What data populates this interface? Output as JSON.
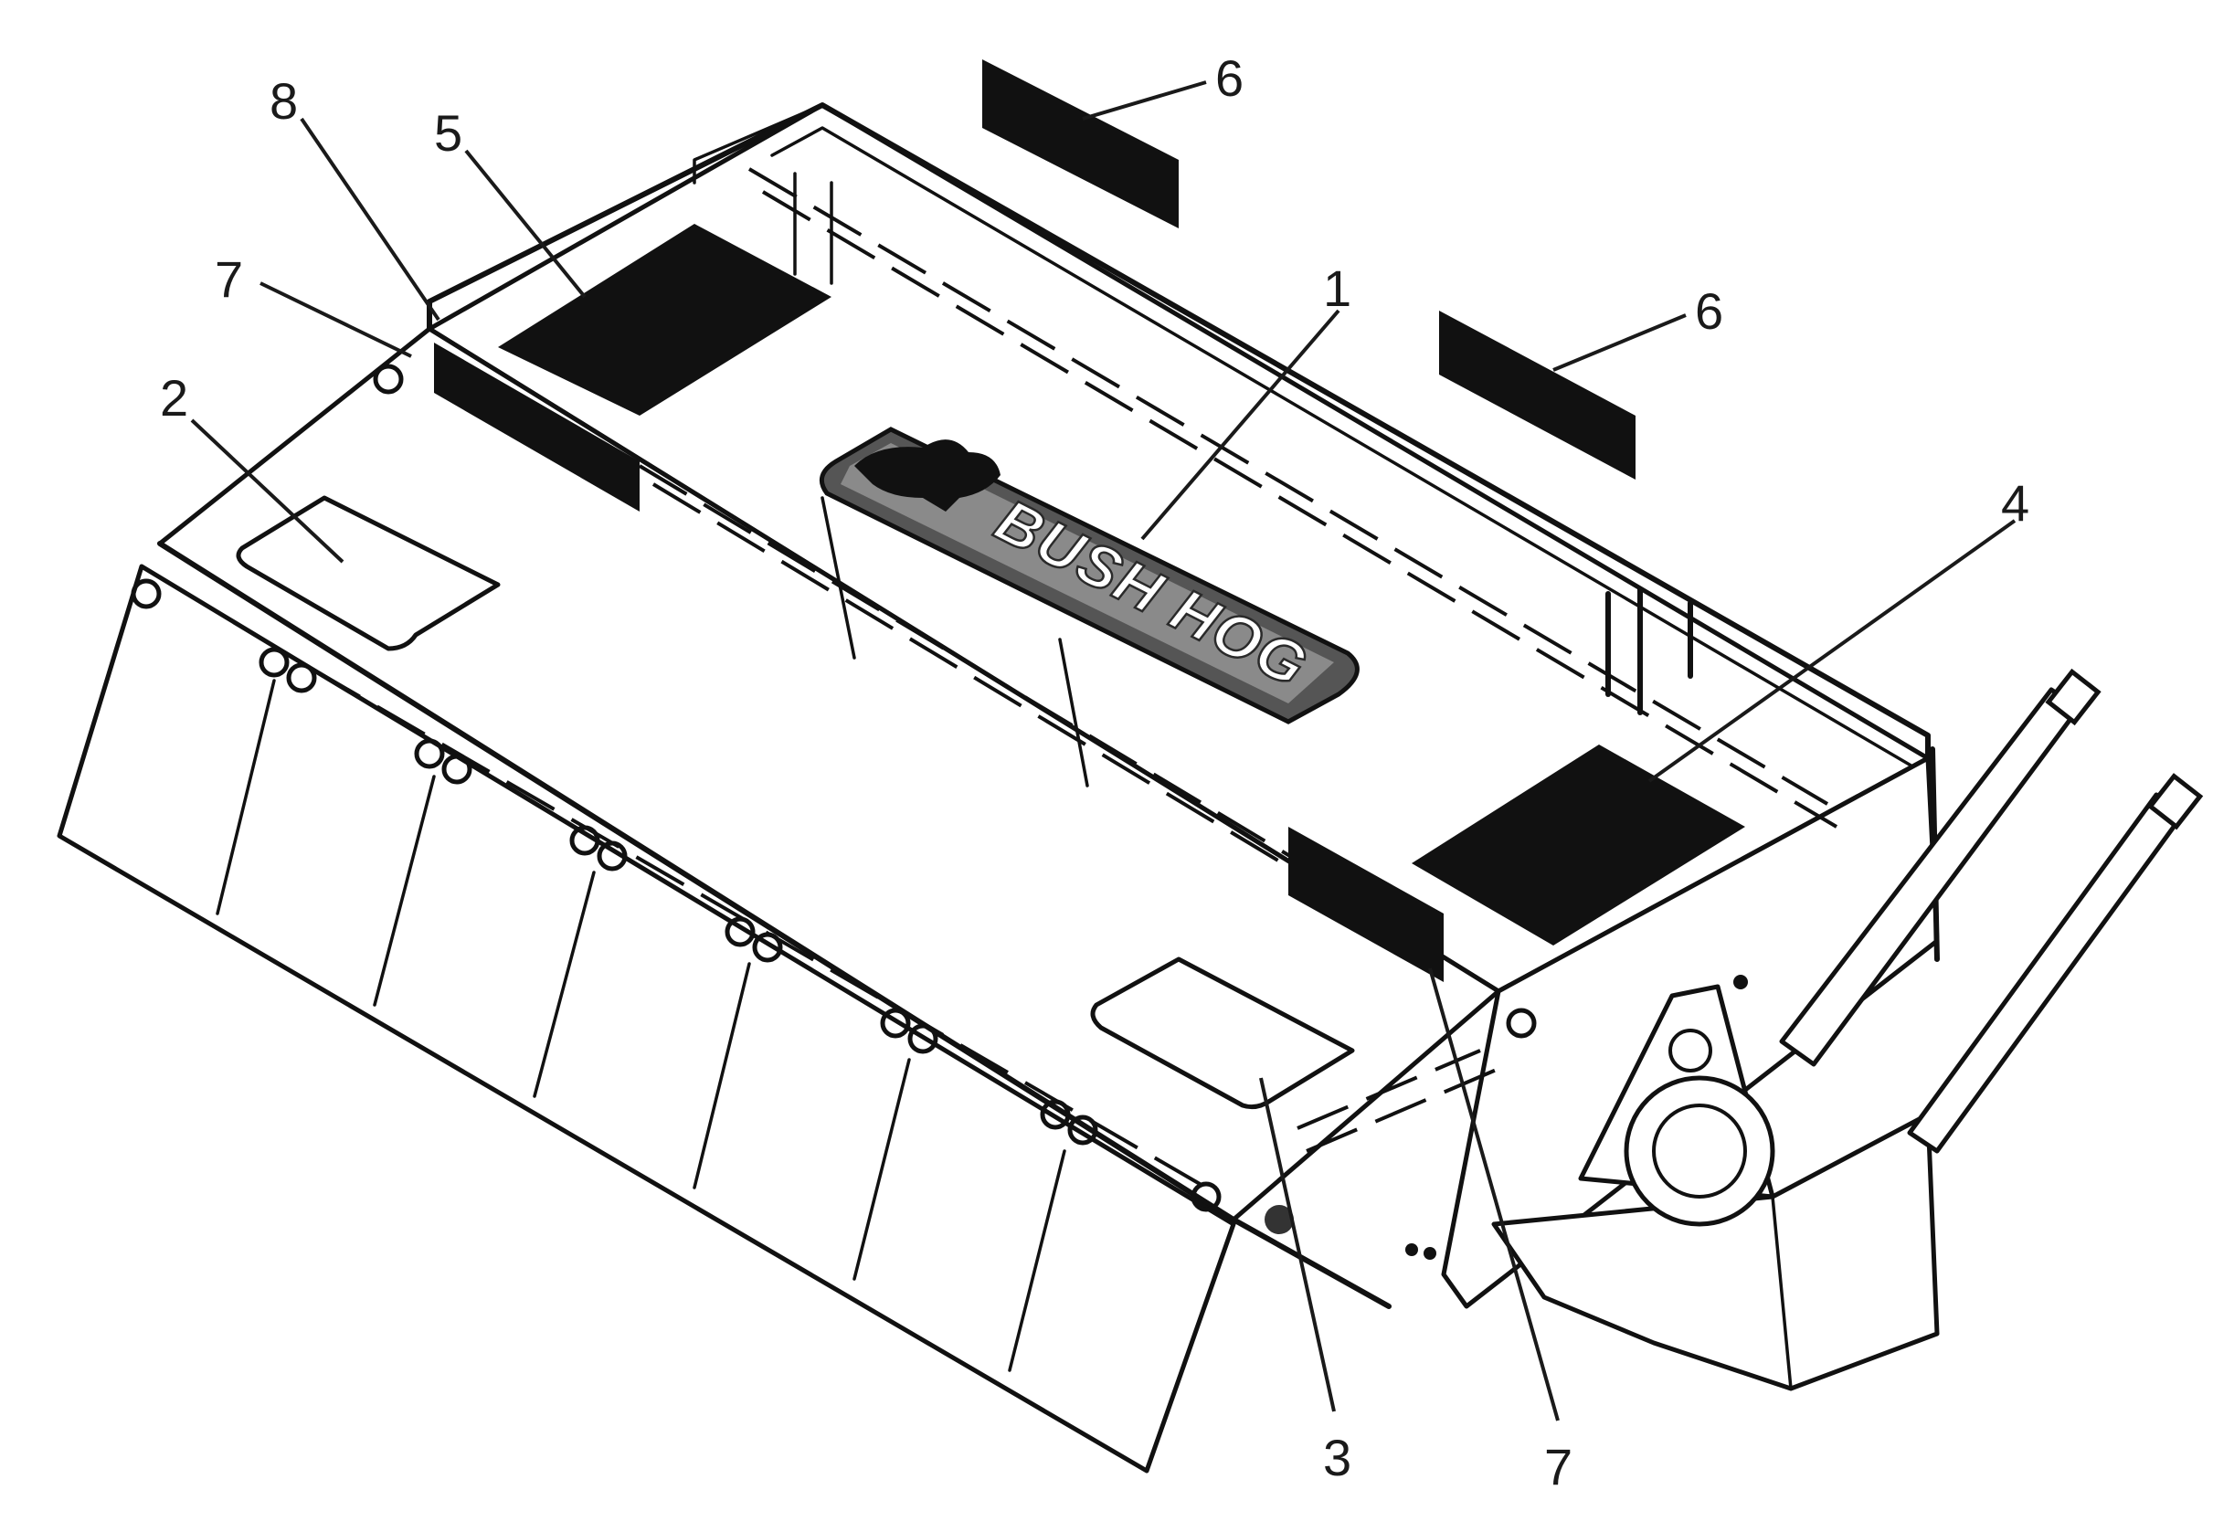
{
  "brand": {
    "logo_text": "BUSH HOG"
  },
  "callouts": [
    {
      "id": "c1",
      "label": "1"
    },
    {
      "id": "c2",
      "label": "2"
    },
    {
      "id": "c3",
      "label": "3"
    },
    {
      "id": "c4",
      "label": "4"
    },
    {
      "id": "c5",
      "label": "5"
    },
    {
      "id": "c6a",
      "label": "6"
    },
    {
      "id": "c6b",
      "label": "6"
    },
    {
      "id": "c7a",
      "label": "7"
    },
    {
      "id": "c7b",
      "label": "7"
    },
    {
      "id": "c8",
      "label": "8"
    }
  ]
}
